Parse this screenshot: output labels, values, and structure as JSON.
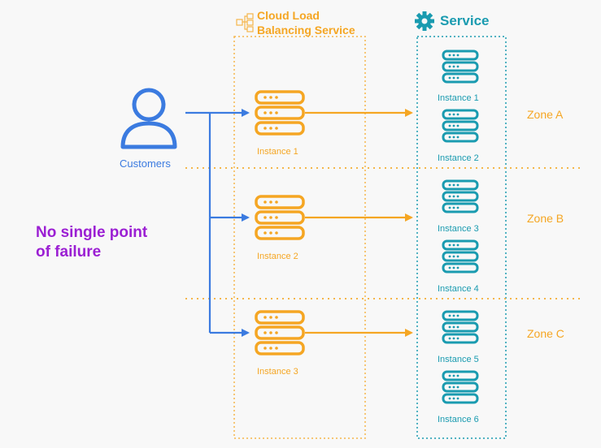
{
  "customers_label": "Customers",
  "tagline": {
    "line1": "No single point",
    "line2": "of failure"
  },
  "lb": {
    "title_line1": "Cloud Load",
    "title_line2": "Balancing Service",
    "instances": [
      "Instance 1",
      "Instance 2",
      "Instance 3"
    ]
  },
  "service": {
    "title": "Service",
    "instances": [
      "Instance 1",
      "Instance 2",
      "Instance 3",
      "Instance 4",
      "Instance 5",
      "Instance 6"
    ]
  },
  "zones": [
    "Zone A",
    "Zone B",
    "Zone C"
  ],
  "colors": {
    "blue": "#3b7be0",
    "orange": "#f5a623",
    "teal": "#1a9bb0",
    "purple": "#9b1fd3"
  }
}
